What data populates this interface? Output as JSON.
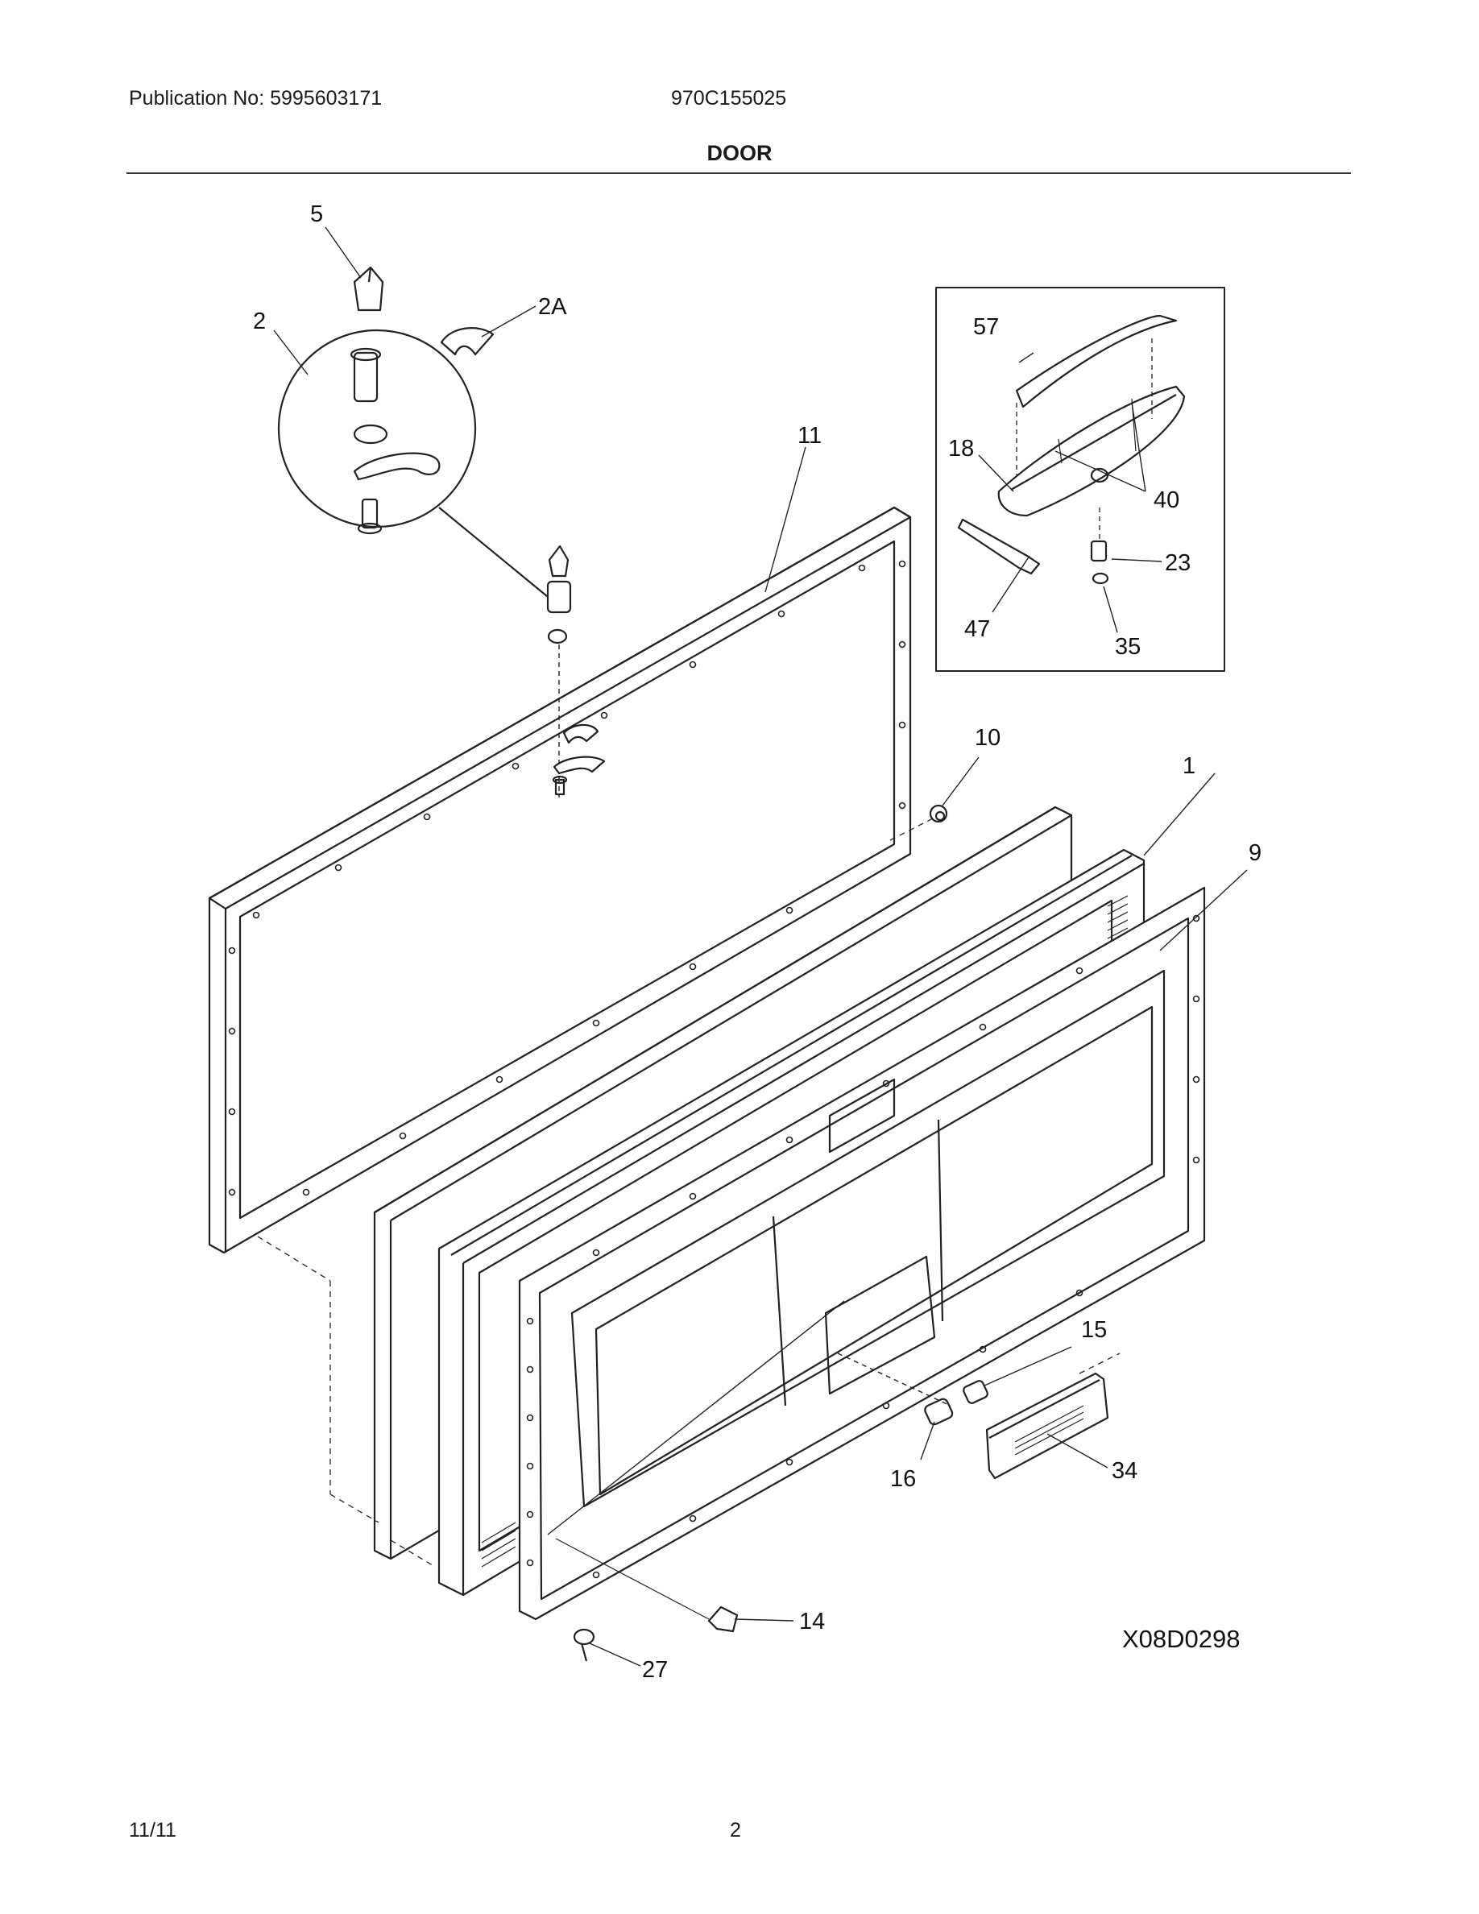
{
  "header": {
    "publication": "Publication No: 5995603171",
    "model": "970C155025",
    "title": "DOOR"
  },
  "diagram": {
    "code": "X08D0298",
    "callouts": {
      "c1": "1",
      "c2": "2",
      "c2A": "2A",
      "c5": "5",
      "c9": "9",
      "c10": "10",
      "c11": "11",
      "c14": "14",
      "c15": "15",
      "c16": "16",
      "c18": "18",
      "c23": "23",
      "c27": "27",
      "c34": "34",
      "c35": "35",
      "c40": "40",
      "c47": "47",
      "c57": "57"
    }
  },
  "footer": {
    "date": "11/11",
    "page": "2"
  }
}
